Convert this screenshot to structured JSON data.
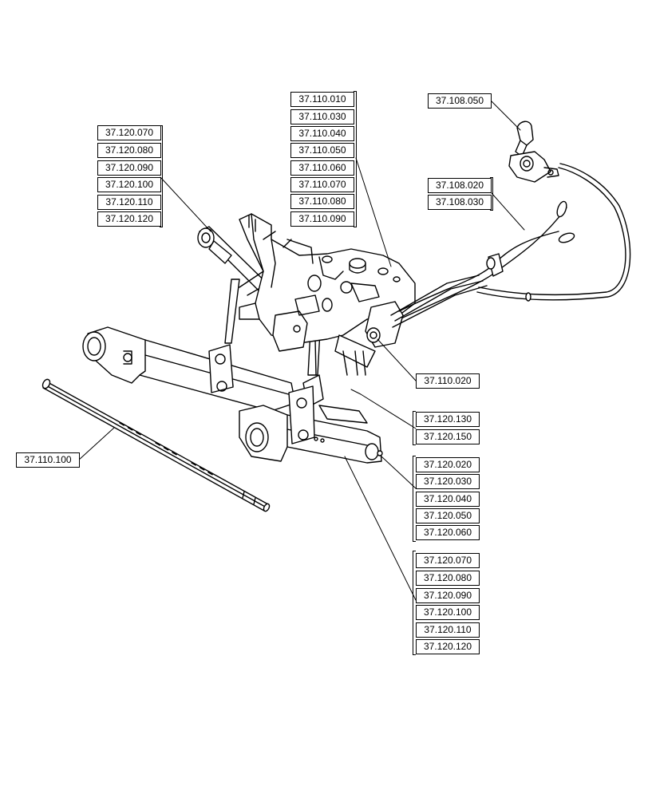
{
  "callouts": {
    "lift_rod_top": [
      "37.120.070",
      "37.120.080",
      "37.120.090",
      "37.120.100",
      "37.120.110",
      "37.120.120"
    ],
    "center_housing": [
      "37.110.010",
      "37.110.030",
      "37.110.040",
      "37.110.050",
      "37.110.060",
      "37.110.070",
      "37.110.080",
      "37.110.090"
    ],
    "control_lever": [
      "37.108.050"
    ],
    "control_cables": [
      "37.108.020",
      "37.108.030"
    ],
    "lift_shaft": [
      "37.110.020"
    ],
    "cross_shaft": [
      "37.110.100"
    ],
    "lower_link_pin": [
      "37.120.130",
      "37.120.150"
    ],
    "lower_link_end": [
      "37.120.020",
      "37.120.030",
      "37.120.040",
      "37.120.050",
      "37.120.060"
    ],
    "lower_link_bottom": [
      "37.120.070",
      "37.120.080",
      "37.120.090",
      "37.120.100",
      "37.120.110",
      "37.120.120"
    ]
  }
}
